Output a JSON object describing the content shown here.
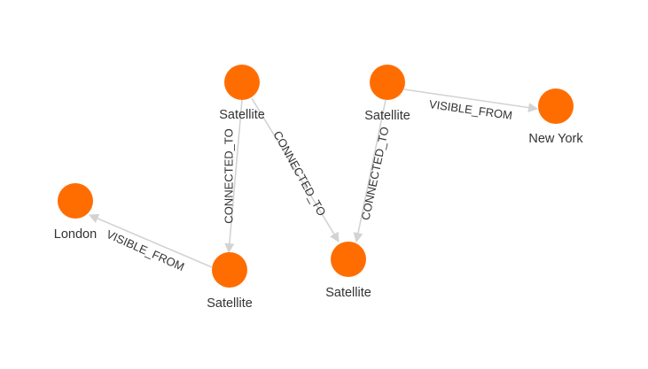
{
  "graph": {
    "node_color": "#ff6d00",
    "edge_color": "#d3d3d3",
    "nodes": [
      {
        "id": "s1",
        "label": "Satellite"
      },
      {
        "id": "s2",
        "label": "Satellite"
      },
      {
        "id": "ny",
        "label": "New York"
      },
      {
        "id": "ldn",
        "label": "London"
      },
      {
        "id": "s3",
        "label": "Satellite"
      },
      {
        "id": "s4",
        "label": "Satellite"
      }
    ],
    "edges": [
      {
        "id": "e1",
        "label": "CONNECTED_TO"
      },
      {
        "id": "e2",
        "label": "CONNECTED_TO"
      },
      {
        "id": "e3",
        "label": "CONNECTED_TO"
      },
      {
        "id": "e4",
        "label": "VISIBLE_FROM"
      },
      {
        "id": "e5",
        "label": "VISIBLE_FROM"
      }
    ]
  }
}
